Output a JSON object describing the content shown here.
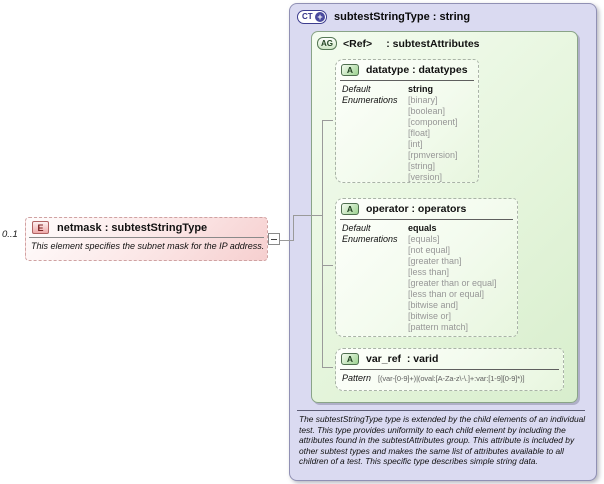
{
  "element": {
    "cardinality": "0..1",
    "icon_label": "E",
    "title": "netmask : subtestStringType",
    "description": "This element specifies the subnet mask for the IP address."
  },
  "complex_type": {
    "icon_label": "CT",
    "plus_glyph": "+",
    "title": "subtestStringType : string",
    "footer": "The subtestStringType type is extended by the child elements of an individual test.  This type provides uniformity to each child element by including the attributes found in the subtestAttributes group.  This attribute is included by other subtest types and makes the same list of attributes available to all children of a test.  This specific type describes simple string data."
  },
  "attribute_group": {
    "icon_label": "AG",
    "ref_label": "<Ref>",
    "title": ": subtestAttributes",
    "attributes": [
      {
        "icon_label": "A",
        "title": "datatype : datatypes",
        "rows": [
          {
            "label": "Default",
            "value": "string"
          },
          {
            "label": "Enumerations",
            "value": "[binary]"
          },
          {
            "label": "",
            "value": "[boolean]"
          },
          {
            "label": "",
            "value": "[component]"
          },
          {
            "label": "",
            "value": "[float]"
          },
          {
            "label": "",
            "value": "[int]"
          },
          {
            "label": "",
            "value": "[rpmversion]"
          },
          {
            "label": "",
            "value": "[string]"
          },
          {
            "label": "",
            "value": "[version]"
          }
        ]
      },
      {
        "icon_label": "A",
        "title": "operator : operators",
        "rows": [
          {
            "label": "Default",
            "value": "equals"
          },
          {
            "label": "Enumerations",
            "value": "[equals]"
          },
          {
            "label": "",
            "value": "[not equal]"
          },
          {
            "label": "",
            "value": "[greater than]"
          },
          {
            "label": "",
            "value": "[less than]"
          },
          {
            "label": "",
            "value": "[greater than or equal]"
          },
          {
            "label": "",
            "value": "[less than or equal]"
          },
          {
            "label": "",
            "value": "[bitwise and]"
          },
          {
            "label": "",
            "value": "[bitwise or]"
          },
          {
            "label": "",
            "value": "[pattern match]"
          }
        ]
      },
      {
        "icon_label": "A",
        "title": "var_ref  : varid",
        "rows": [
          {
            "label": "Pattern",
            "value": "[(var-[0-9]+)|(oval:[A-Za-z\\-\\.]+:var:[1-9][0-9]*)]"
          }
        ]
      }
    ]
  },
  "colors": {
    "element_pink": "#f6cfcf",
    "group_green": "#e5f5dc",
    "type_lavender": "#dadaf1",
    "connector_gray": "#9a9a9a"
  }
}
